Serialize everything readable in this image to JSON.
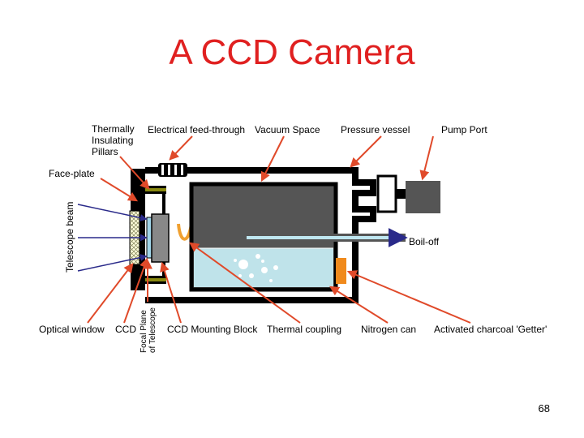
{
  "title": "A CCD Camera",
  "labels": {
    "pillars": "Thermally\nInsulating\nPillars",
    "feedthrough": "Electrical feed-through",
    "vacuum": "Vacuum Space",
    "pressure": "Pressure vessel",
    "pump": "Pump Port",
    "faceplate": "Face-plate",
    "beam": "Telescope beam",
    "boiloff": "Boil-off",
    "window": "Optical window",
    "ccd": "CCD",
    "focal": "Focal Plane\nof Telescope",
    "mounting": "CCD Mounting Block",
    "coupling": "Thermal coupling",
    "nitrogen": "Nitrogen can",
    "charcoal": "Activated charcoal 'Getter'"
  },
  "page_number": "68",
  "colors": {
    "title": "#e02020",
    "arrow": "#e04a2a",
    "vessel": "#000000",
    "can": "#555555",
    "nitrogen": "#bfe3ea",
    "getter": "#f08a1c",
    "beam": "#2a2a8a",
    "boiloff": "#bfe6f0"
  }
}
